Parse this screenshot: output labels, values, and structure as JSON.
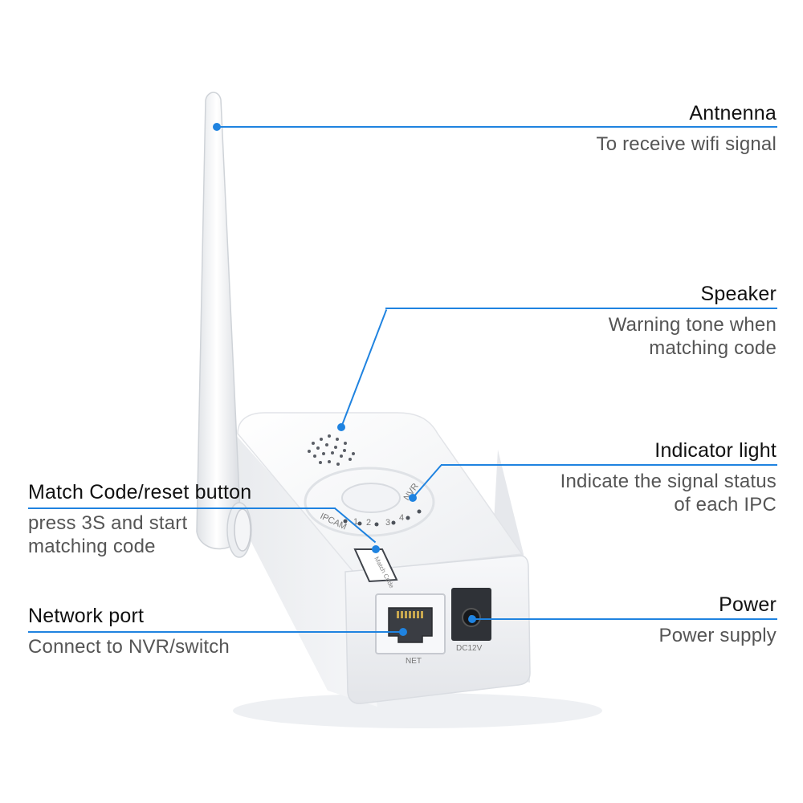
{
  "callouts": {
    "antenna": {
      "title": "Antnenna",
      "desc": "To receive wifi signal"
    },
    "speaker": {
      "title": "Speaker",
      "desc_lines": [
        "Warning tone when",
        "matching code"
      ]
    },
    "indicator": {
      "title": "Indicator light",
      "desc_lines": [
        "Indicate the signal status",
        "of each IPC"
      ]
    },
    "match": {
      "title": "Match Code/reset button",
      "desc_lines": [
        "press 3S and start",
        "matching code"
      ]
    },
    "network": {
      "title": "Network port",
      "desc": "Connect to NVR/switch"
    },
    "power": {
      "title": "Power",
      "desc": "Power supply"
    }
  },
  "device_labels": {
    "ipcam": "IPCAM",
    "led_1": "1",
    "led_2": "2",
    "led_3": "3",
    "led_4": "4",
    "nvr": "NVR",
    "net": "NET",
    "dc": "DC12V",
    "button": "Match Code"
  },
  "colors": {
    "accent": "#1f83e0",
    "body": "#f4f5f7"
  }
}
